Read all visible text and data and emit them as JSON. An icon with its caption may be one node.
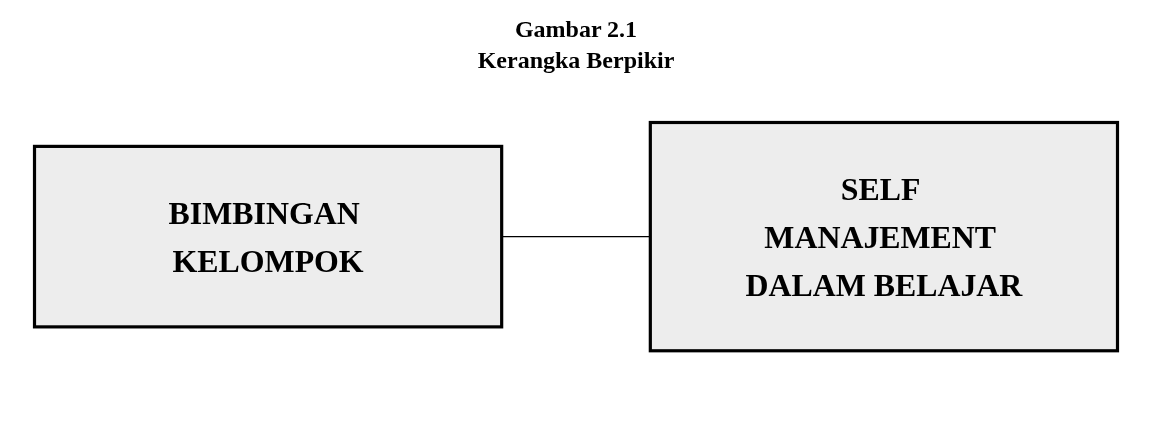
{
  "diagram": {
    "title": "Gambar 2.1 Kerangka Berpikir",
    "nodes": [
      {
        "text": [
          "BIMBINGAN KELOMPOK"
        ]
      },
      {
        "text": [
          "SELF MANAJEMENT DALAM BELAJAR"
        ]
      }
    ],
    "edges": [
      {
        "from": 0,
        "to": 1,
        "arrow": "none"
      }
    ]
  }
}
